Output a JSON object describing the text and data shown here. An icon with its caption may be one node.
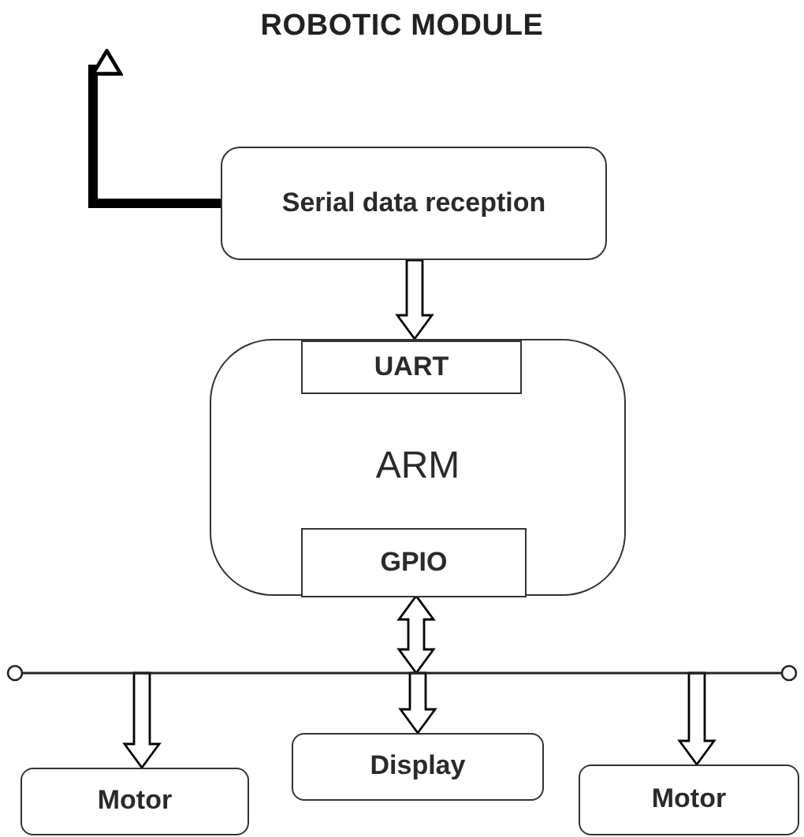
{
  "diagram": {
    "title": "ROBOTIC MODULE",
    "nodes": [
      {
        "text": [
          "Serial data reception"
        ]
      },
      {
        "text": [
          "ARM"
        ]
      },
      {
        "text": [
          "UART"
        ],
        "in": 1
      },
      {
        "text": [
          "GPIO"
        ],
        "in": 1
      },
      {
        "text": [],
        "shape": "bar"
      },
      {
        "text": [
          "Motor"
        ]
      },
      {
        "text": [
          "Display"
        ]
      },
      {
        "text": [
          "Motor"
        ]
      }
    ],
    "edges": [
      {
        "from": 0,
        "to": null,
        "arrow": "to"
      },
      {
        "from": 0,
        "to": 2,
        "arrow": "to"
      },
      {
        "from": 3,
        "to": 4,
        "arrow": "both"
      },
      {
        "from": 4,
        "to": 5,
        "arrow": "to"
      },
      {
        "from": 4,
        "to": 6,
        "arrow": "to"
      },
      {
        "from": 4,
        "to": 7,
        "arrow": "to"
      }
    ]
  }
}
